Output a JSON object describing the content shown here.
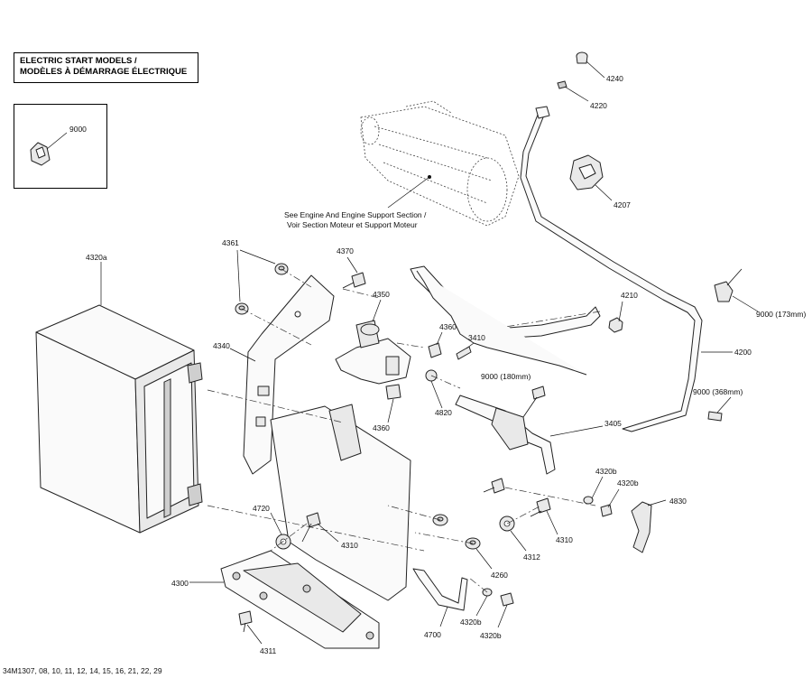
{
  "title": {
    "line1": "ELECTRIC START MODELS /",
    "line2": "MODÈLES À DÉMARRAGE ÉLECTRIQUE"
  },
  "note": {
    "line1": "See Engine And Engine Support Section /",
    "line2": "Voir Section Moteur et Support Moteur"
  },
  "footer": "34M1307, 08, 10, 11, 12, 14, 15, 16, 21, 22, 29",
  "callouts": {
    "c9000_inset": "9000",
    "c4240": "4240",
    "c4220": "4220",
    "c4207": "4207",
    "c4361": "4361",
    "c4370": "4370",
    "c4350": "4350",
    "c4210": "4210",
    "c9000_173": "9000 (173mm)",
    "c4320a": "4320a",
    "c4360_a": "4360",
    "c3410": "3410",
    "c4200": "4200",
    "c4340": "4340",
    "c9000_180": "9000 (180mm)",
    "c9000_368": "9000 (368mm)",
    "c4820": "4820",
    "c4360_b": "4360",
    "c3405": "3405",
    "c4320b_a": "4320b",
    "c4320b_b": "4320b",
    "c4830": "4830",
    "c4720": "4720",
    "c4310_a": "4310",
    "c4310_b": "4310",
    "c4312": "4312",
    "c4300": "4300",
    "c4260": "4260",
    "c4700": "4700",
    "c4320b_c": "4320b",
    "c4320b_d": "4320b",
    "c4311": "4311"
  }
}
